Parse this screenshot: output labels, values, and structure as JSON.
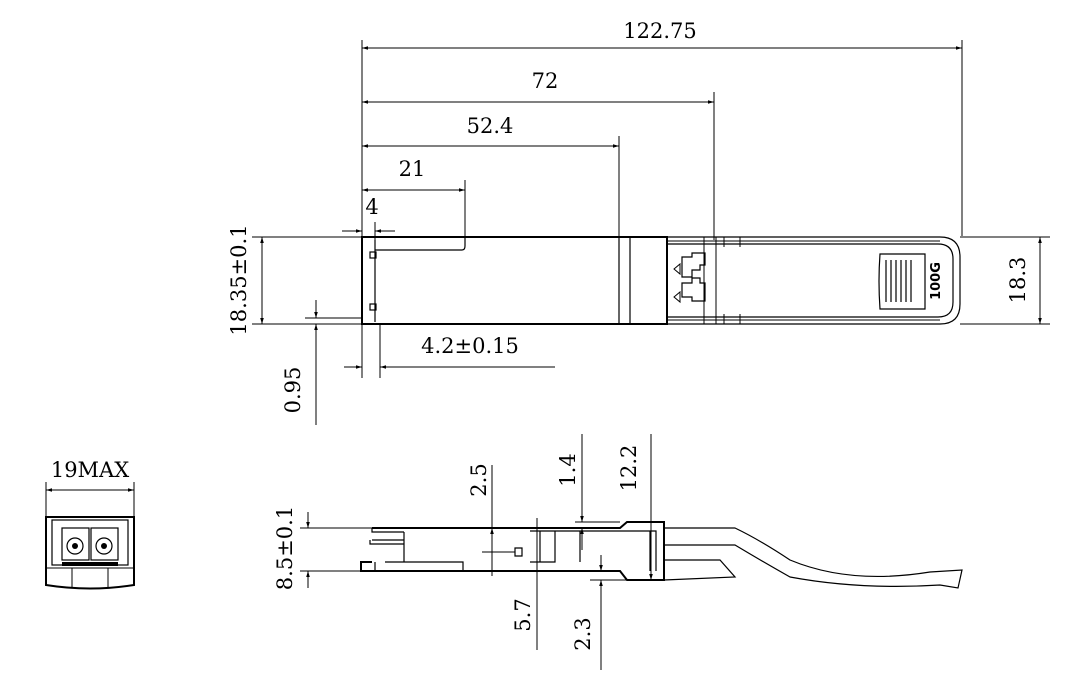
{
  "drawing": {
    "top_view": {
      "overall_length": "122.75",
      "length_72": "72",
      "length_52_4": "52.4",
      "length_21": "21",
      "length_4": "4",
      "body_height": "18.35±0.1",
      "latch_height": "18.3",
      "offset_0_95": "0.95",
      "flange_4_2": "4.2±0.15",
      "pull_tab_label": "100G"
    },
    "end_view": {
      "width": "19MAX"
    },
    "side_view": {
      "body_thickness": "8.5±0.1",
      "dim_2_5": "2.5",
      "dim_1_4": "1.4",
      "dim_12_2": "12.2",
      "dim_5_7": "5.7",
      "dim_2_3": "2.3"
    }
  }
}
